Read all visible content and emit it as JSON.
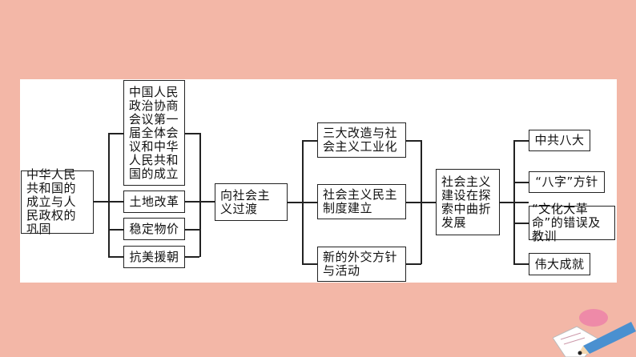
{
  "root": "中华人民共和国的成立与人民政权的巩固",
  "branch1": {
    "items": [
      "中国人民政治协商会议第一届全体会议和中华人民共和国的成立",
      "土地改革",
      "稳定物价",
      "抗美援朝"
    ]
  },
  "stage2": "向社会主义过渡",
  "branch2": {
    "items": [
      "三大改造与社会主义工业化",
      "社会主义民主制度建立",
      "新的外交方针与活动"
    ]
  },
  "stage3": "社会主义建设在探索中曲折发展",
  "branch3": {
    "items": [
      "中共八大",
      "“八字”方针",
      "“文化大革命”的错误及教训",
      "伟大成就"
    ]
  }
}
